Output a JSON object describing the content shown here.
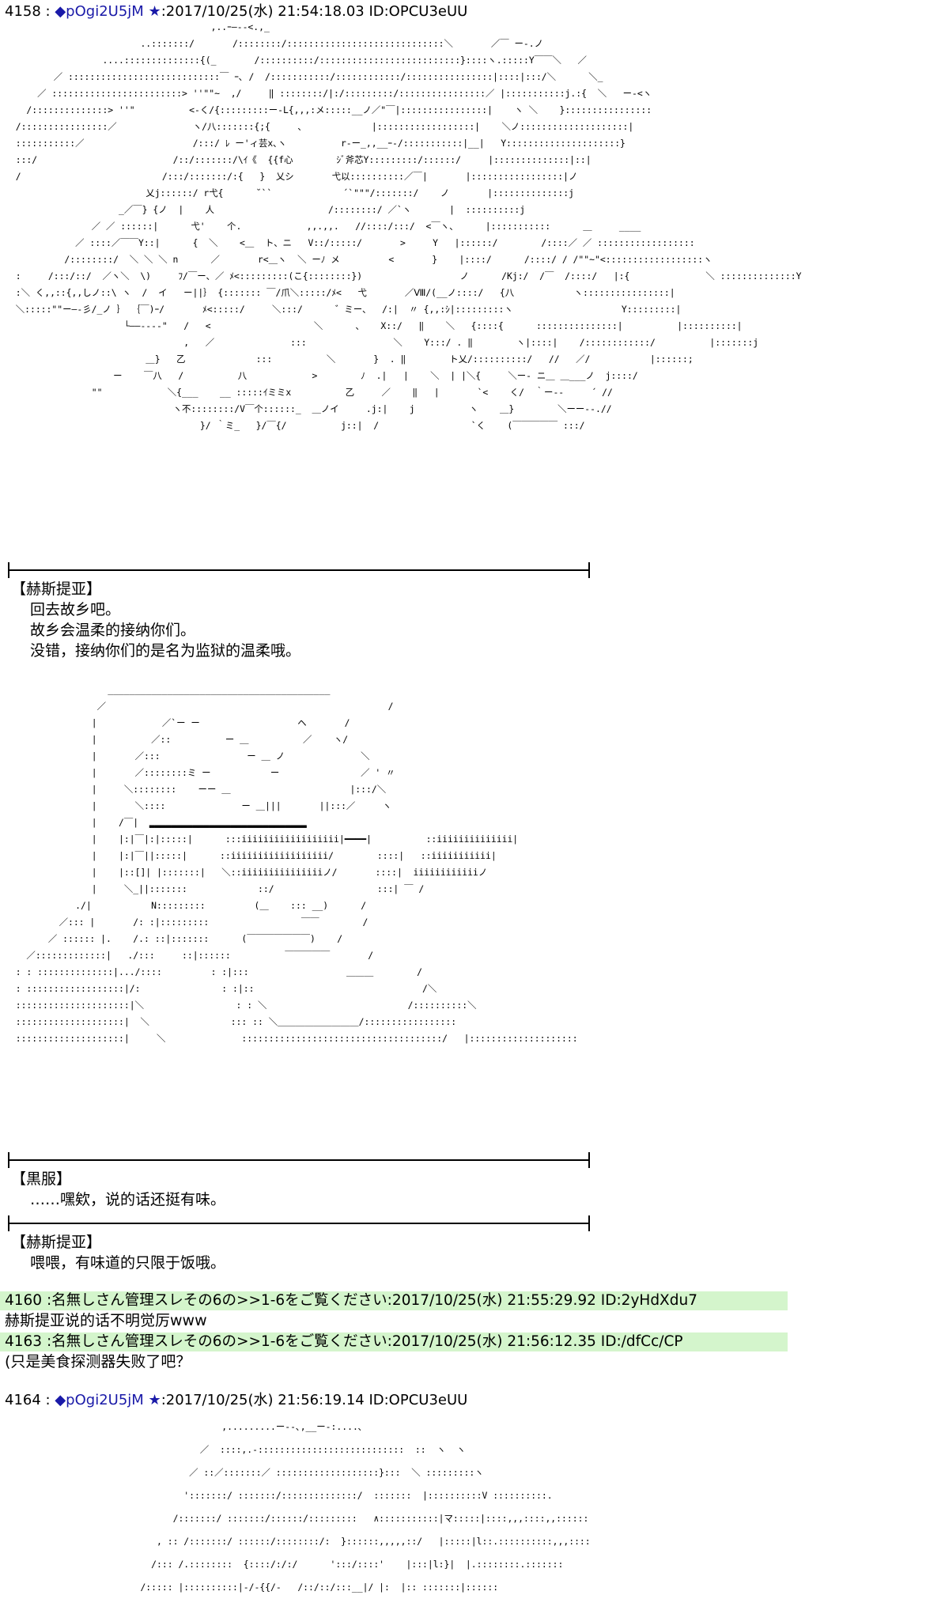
{
  "posts": [
    {
      "number": "4158",
      "name": "◆pOgi2U5jM ★",
      "date": ":2017/10/25(水) 21:54:18.03 ID:OPCU3eUU"
    },
    {
      "number": "4164",
      "name": "◆pOgi2U5jM ★",
      "date": ":2017/10/25(水) 21:56:19.14 ID:OPCU3eUU"
    }
  ],
  "scene1": {
    "speaker": "【赫斯提亚】",
    "lines": [
      "回去故乡吧。",
      "故乡会温柔的接纳你们。",
      "没错，接纳你们的是名为监狱的温柔哦。"
    ]
  },
  "scene2": {
    "speaker": "【黒服】",
    "line": "……嘿欸，说的话还挺有味。"
  },
  "scene3": {
    "speaker": "【赫斯提亚】",
    "line": "喂喂，有味道的只限于饭哦。"
  },
  "replies": [
    {
      "header": "4160 :名無しさん管理スレその6の>>1-6をご覧ください:2017/10/25(水) 21:55:29.92 ID:2yHdXdu7",
      "body": "赫斯提亚说的话不明觉厉www"
    },
    {
      "header": "4163 :名無しさん管理スレその6の>>1-6をご覧ください:2017/10/25(水) 21:56:12.35 ID:/dfCc/CP",
      "body": "(只是美食探测器失败了吧？"
    }
  ],
  "art": {
    "hestia": "                                      ,..ｰ―‐-<.,_\n                         ..:::::::/       /::::::::/:::::::::::::::::::::::::::::＼       ／￣ ー-.ノ\n                  ....::::::::::::::{(_       /::::::::::/::::::::::::::::::::::::::}::::ヽ.:::::Y￣￣＼   ／\n         ／ ::::::::::::::::::::::::::::￣ ｰ､ /  /:::::::::::/::::::::::::/::::::::::::::::|::::|:::/＼      ＼_\n      ／ ::::::::::::::::::::::::> ''\"\"~  ,/     ‖ ::::::::/|:/:::::::::/::::::::::::::::／ |:::::::::::j.:{  ＼   ー-<ヽ\n    /::::::::::::::> ''\"          <-く/{:::::::::ー-L{,,,:メ:::::__ノ／\"￣|::::::::::::::::|    ヽ ＼    }::::::::::::::::\n  /::::::::::::::::／              ヽ/八:::::::{;{     、            |::::::::::::::::::|    ＼ノ::::::::::::::::::::|\n  :::::::::::／                    /:::/ ﾚ ー'ィ芸x､ヽ          r-ー_,,__ｰ‐/:::::::::::|__|   Y:::::::::::::::::::::}\n  :::/                         /::/:::::::/\\ｲ《  {{f心        ｼﾞ斧芯Y:::::::::/::::::/     |::::::::::::::|::|\n  /                          /:::/:::::::/:{   }  乂シ       弋以::::::::::／￣|       |:::::::::::::::::|ノ\n                          乂j::::::/ r弋{      ˘``             ´`\"\"\"/:::::::/    ノ       |::::::::::::::j\n                     _／￣} {ノ  |    人                     /::::::::/ ／`ヽ       |  ::::::::::j\n                ／ ／ ::::::|      弋'    个.            ,,.,,.   //::::/:::/  <￣ヽ、     |:::::::::::      ＿     ____\n             ／ ::::／￣￣Y::|      {  ＼    <＿  ト、ニ   V::/:::::/       >     Y   |::::::/        /::::／ ／ ::::::::::::::::::\n           /::::::::/  ＼ ＼ ＼ n      ／       r<＿ヽ  ＼ ーﾉ メ         <       }    |::::/      /::::/ / /\"\"~\"<::::::::::::::::::ヽ\n  :     /:::/::/  ／ヽ＼  \\)     ﾌ/￣ー、／ ﾒ<:::::::::(こ{::::::::})                  ノ      /Kj:/  /￣  /::::/   |:{              ＼ ::::::::::::::Y\n  :＼ く,,::{,,しノ::\\ ヽ  /  イ   ー||｝ {::::::: ￣/爪＼:::::/ﾒ<   弋       ／Ⅷ/(__ノ::::/   {八           ヽ::::::::::::::::|\n  ＼:::::\"\"ー―-彡/_ノ ｝ ｛￣)ｰ/       ﾒ<:::::/     ＼:::/      ゛ミー、  /:|  〃 {,,:ｼ|:::::::::ヽ                    Y:::::::::|\n                      └――‐-‐‐\"   /   <                   ＼      、   X::/   ‖    ＼   {::::{      :::::::::::::::|          |::::::::::|\n                                 ,   ／              :::                ＼    Y:::/ . ‖        ヽ|::::|    /::::::::::::/          |:::::::j\n                          ＿}   乙             :::          ＼       }  . ‖        ト乂/::::::::::/   //   ／/           |::::::;\n                    ー    ￣八   /          八            >        ﾉ  .|   |    ＼  | |＼{     ＼ー‐ ニ＿ ＿___ノ  j::::/\n                \"\"            ＼{___    __ :::::ｲミミx          乙     ／    ‖   |       `<    く/  ｀ー‐‐     ´ //\n                               ヽ不::::::::/V￣个::::::_  ＿ノイ     .j:|    j          ヽ    ＿}        ＼ーー‐-.//\n                                    }/ ｀ミ_   }/￣{/          j::|  /                 `く    (￣￣￣￣￣ :::/",
    "kurofuku": "                   _________________________________________\n                 ／                                                    /\n                |            ／`ー ー                  ヘ       /\n                |          ／::          ー ＿          ／    ヽ/\n                |       ／:::                ー ＿ ノ              ＼\n                |       ／::::::::ミ ー           ー               ／ ' 〃\n                |     ＼::::::::    ーー ＿                      |:::/＼\n                |       ＼::::              ー ＿|||       ||:::／     ヽ\n                |    /￣|  ▂▂▂▂▂▂▂▂▂▂▂▂▂▂▂▂▂▂▂▂▂▂▂▂▂▂▂▂▂\n                |    |:|￣|:|:::::|      :::iiiiiiiiiiiiiiiiii|━━━━|          ::iiiiiiiiiiiiii|\n                |    |:|￣||:::::|      ::iiiiiiiiiiiiiiiiii/        ::::|   ::iiiiiiiiiii|\n                |    |::[]| |:::::::|   ＼::iiiiiiiiiiiiiiiノ/       ::::|  iiiiiiiiiiiiノ\n                |     ＼_||:::::::             ::/                   :::| ￣ /\n             ./|           N:::::::::         (＿    ::: __)      /\n          ／::: |       /: :|:::::::::                 ￣￣        /\n        ／ :::::: |.    /.: ::|:::::::      (￣￣￣￣￣￣￣)    /\n    ／:::::::::::::|   ./:::     ::|::::::          ￣￣￣￣￣       /\n  : : ::::::::::::::|.../::::         : :|:::                  ＿＿＿        /\n  : ::::::::::::::::::|/:               : :|::                               /＼\n  :::::::::::::::::::::|＼                 : : ＼                          /::::::::::＼\n  ::::::::::::::::::::|  ＼               ::: :: ＼＿＿＿＿＿＿＿＿＿/:::::::::::::::::\n  ::::::::::::::::::::|     ＼              :::::::::::::::::::::::::::::::::::::/   |::::::::::::::::::::",
    "post2": "                                        ,.........ー‐-､,__ー‐:....､\n                                    ／  ::::,.-:::::::::::::::::::::::::::  ::  ヽ  ヽ\n                                  ／ ::／:::::::／ :::::::::::::::::::}:::  ＼ :::::::::ヽ\n                                 ':::::::/ :::::::/::::::::::::::/  :::::::  |::::::::::V ::::::::::.\n                               /:::::::/ :::::::/::::::/:::::::::   ∧:::::::::::|マ:::::|::::,,,::::,,::::::\n                            , :: /:::::::/ ::::::/::::::::/:  }::::::,,,,,::/   |:::::|l::.::::::::::,,,::::\n                           /::: /.::::::::  {::::/:/:/      ':::/::::'    |:::|l:}|  |.::::::::.:::::::\n                         /::::: |::::::::::|-/-{{/-   /::/::/:::__|/ |:  |:: :::::::|::::::"
  }
}
